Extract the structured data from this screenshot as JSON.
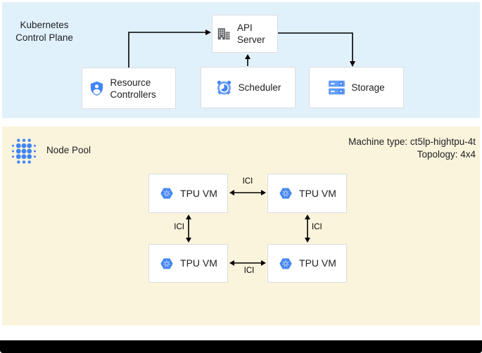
{
  "control_plane": {
    "label": "Kubernetes Control Plane",
    "api_server": "API Server",
    "resource_controllers": "Resource Controllers",
    "scheduler": "Scheduler",
    "storage": "Storage"
  },
  "node_pool": {
    "label": "Node Pool",
    "machine_type": "Machine type: ct5lp-hightpu-4t",
    "topology": "Topology: 4x4",
    "tpu_vms": [
      "TPU VM",
      "TPU VM",
      "TPU VM",
      "TPU VM"
    ],
    "ici_label": "ICI"
  },
  "icons": {
    "api_server": "building-icon",
    "resource_controllers": "shield-user-icon",
    "scheduler": "alarm-clock-icon",
    "storage": "server-stack-icon",
    "node_pool": "dot-grid-icon",
    "tpu_vm": "hexagon-gear-icon"
  },
  "colors": {
    "control_plane_bg": "#e1f1fc",
    "node_pool_bg": "#fbf4dc",
    "box_border": "#dadce0",
    "icon_blue": "#4285f4",
    "icon_blue_light": "#669df6",
    "building_gray": "#5f6368",
    "arrow_black": "#000000"
  }
}
